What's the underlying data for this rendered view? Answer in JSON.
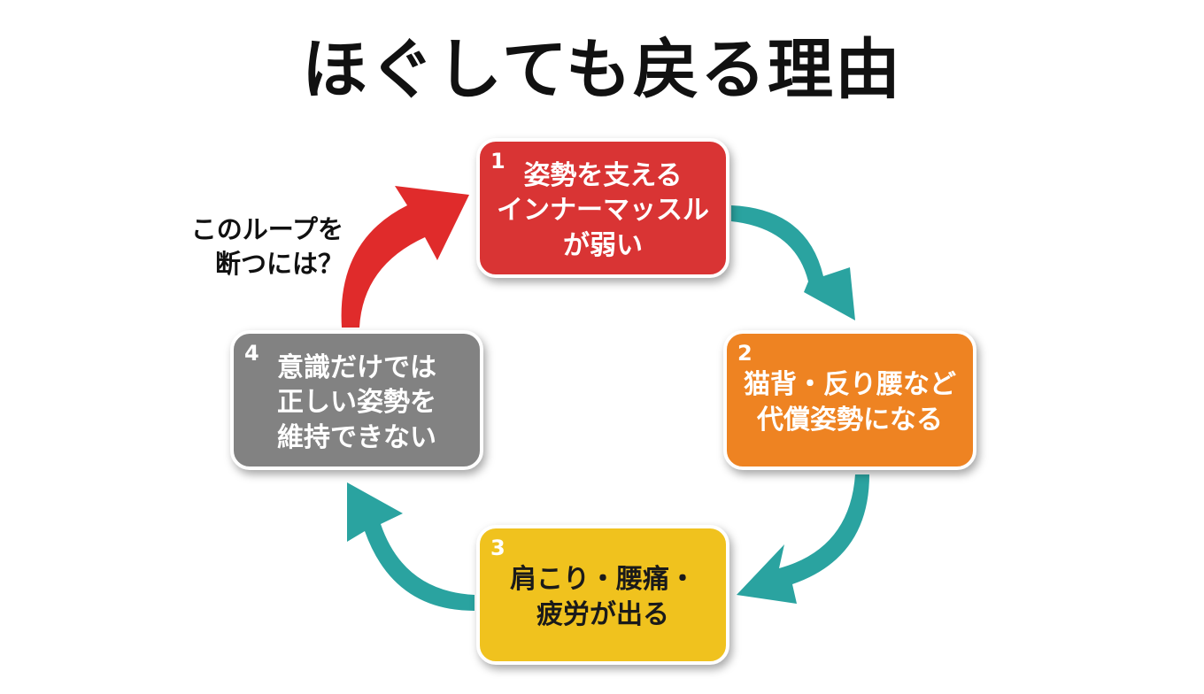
{
  "title": "ほぐしても戻る理由",
  "loop_note": "このループを\n断つには？",
  "steps": [
    {
      "number": "1",
      "text": "姿勢を支える\nインナーマッスル\nが弱い",
      "color": "#d93434"
    },
    {
      "number": "2",
      "text": "猫背・反り腰など\n代償姿勢になる",
      "color": "#ee8322"
    },
    {
      "number": "3",
      "text": "肩こり・腰痛・\n疲労が出る",
      "color": "#f0c21e"
    },
    {
      "number": "4",
      "text": "意識だけでは\n正しい姿勢を\n維持できない",
      "color": "#828282"
    }
  ],
  "colors": {
    "cycle_arrow": "#2aa3a0",
    "emphasis_arrow": "#e02b2b"
  }
}
